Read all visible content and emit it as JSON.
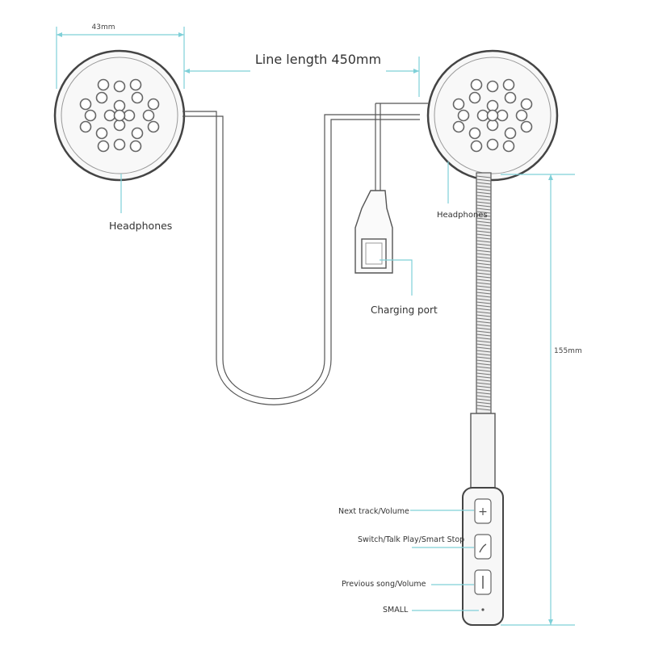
{
  "dimensions": {
    "width": "43mm",
    "line_length": "Line length 450mm",
    "height": "155mm"
  },
  "labels": {
    "left_headphone": "Headphones",
    "right_headphone": "Headphones",
    "charging_port": "Charging port",
    "next_track": "Next track/Volume",
    "switch_talk": "Switch/Talk Play/Smart Stop",
    "previous_song": "Previous song/Volume",
    "small": "SMALL"
  },
  "colors": {
    "callout": "#7fd0d8",
    "outline": "#555555"
  }
}
